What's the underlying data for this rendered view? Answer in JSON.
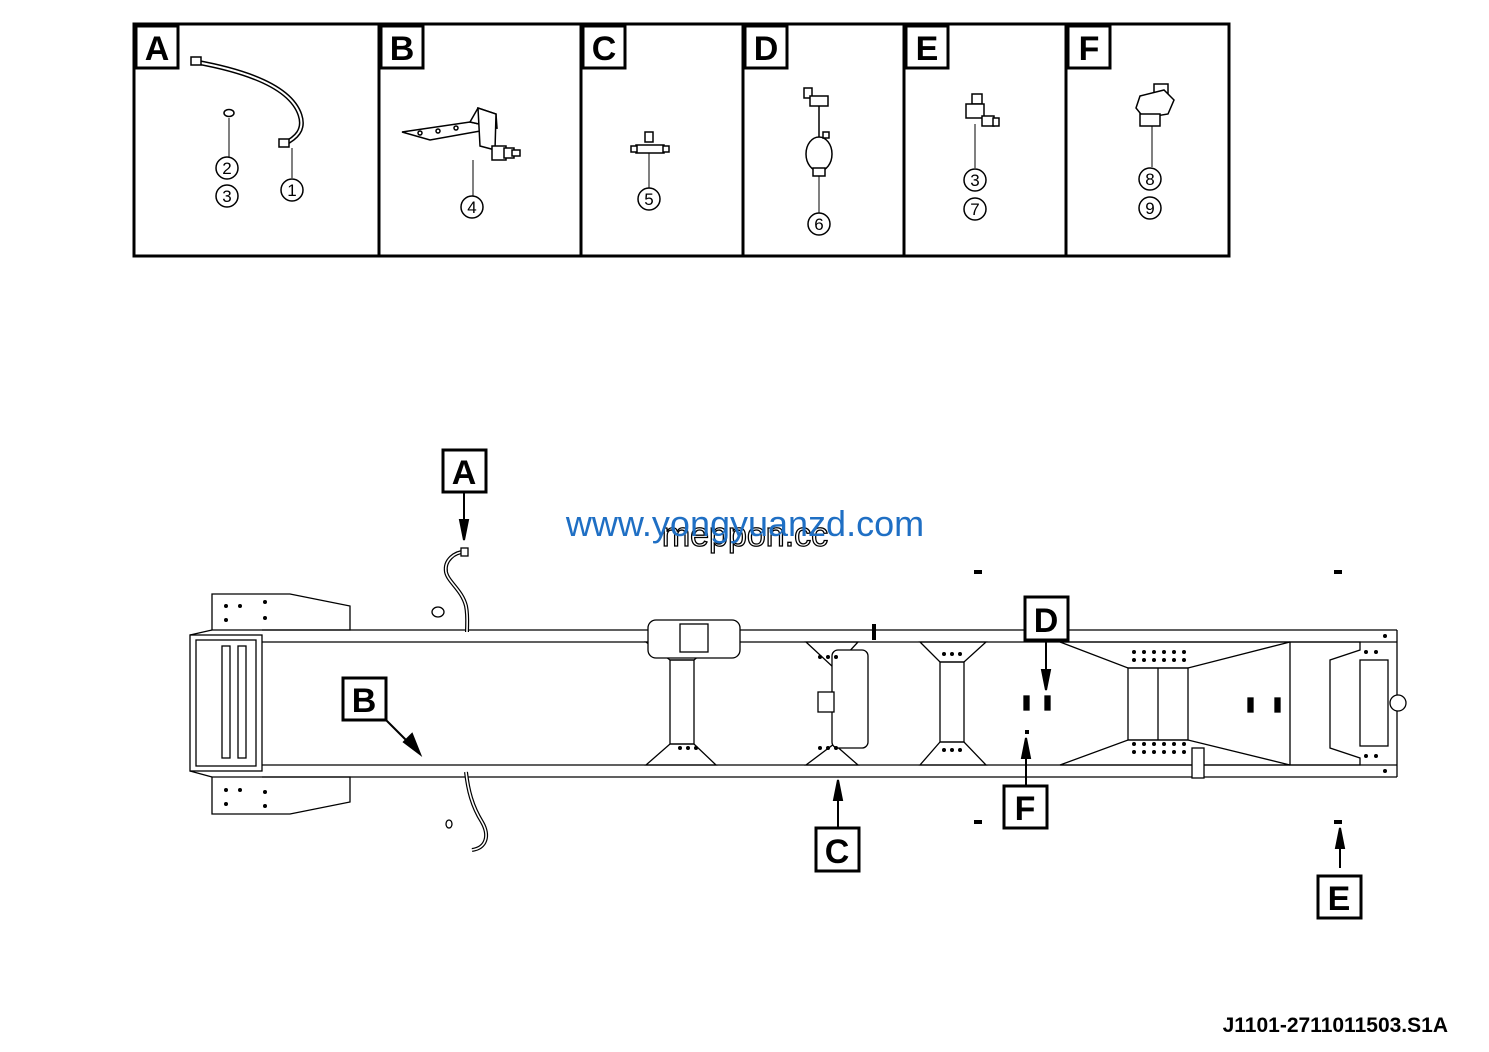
{
  "legend_panels": [
    {
      "letter": "A",
      "callouts": [
        "2",
        "3",
        "1"
      ]
    },
    {
      "letter": "B",
      "callouts": [
        "4"
      ]
    },
    {
      "letter": "C",
      "callouts": [
        "5"
      ]
    },
    {
      "letter": "D",
      "callouts": [
        "6"
      ]
    },
    {
      "letter": "E",
      "callouts": [
        "3",
        "7"
      ]
    },
    {
      "letter": "F",
      "callouts": [
        "8",
        "9"
      ]
    }
  ],
  "chassis_labels": {
    "a": "A",
    "b": "B",
    "c": "C",
    "d": "D",
    "e": "E",
    "f": "F"
  },
  "watermarks": {
    "primary": "www.yongyuanzd.com",
    "secondary": "meppon.cc"
  },
  "drawing_number": "J1101-2711011503.S1A",
  "colors": {
    "watermark_blue": "#1f6fc4",
    "line": "#000000"
  }
}
